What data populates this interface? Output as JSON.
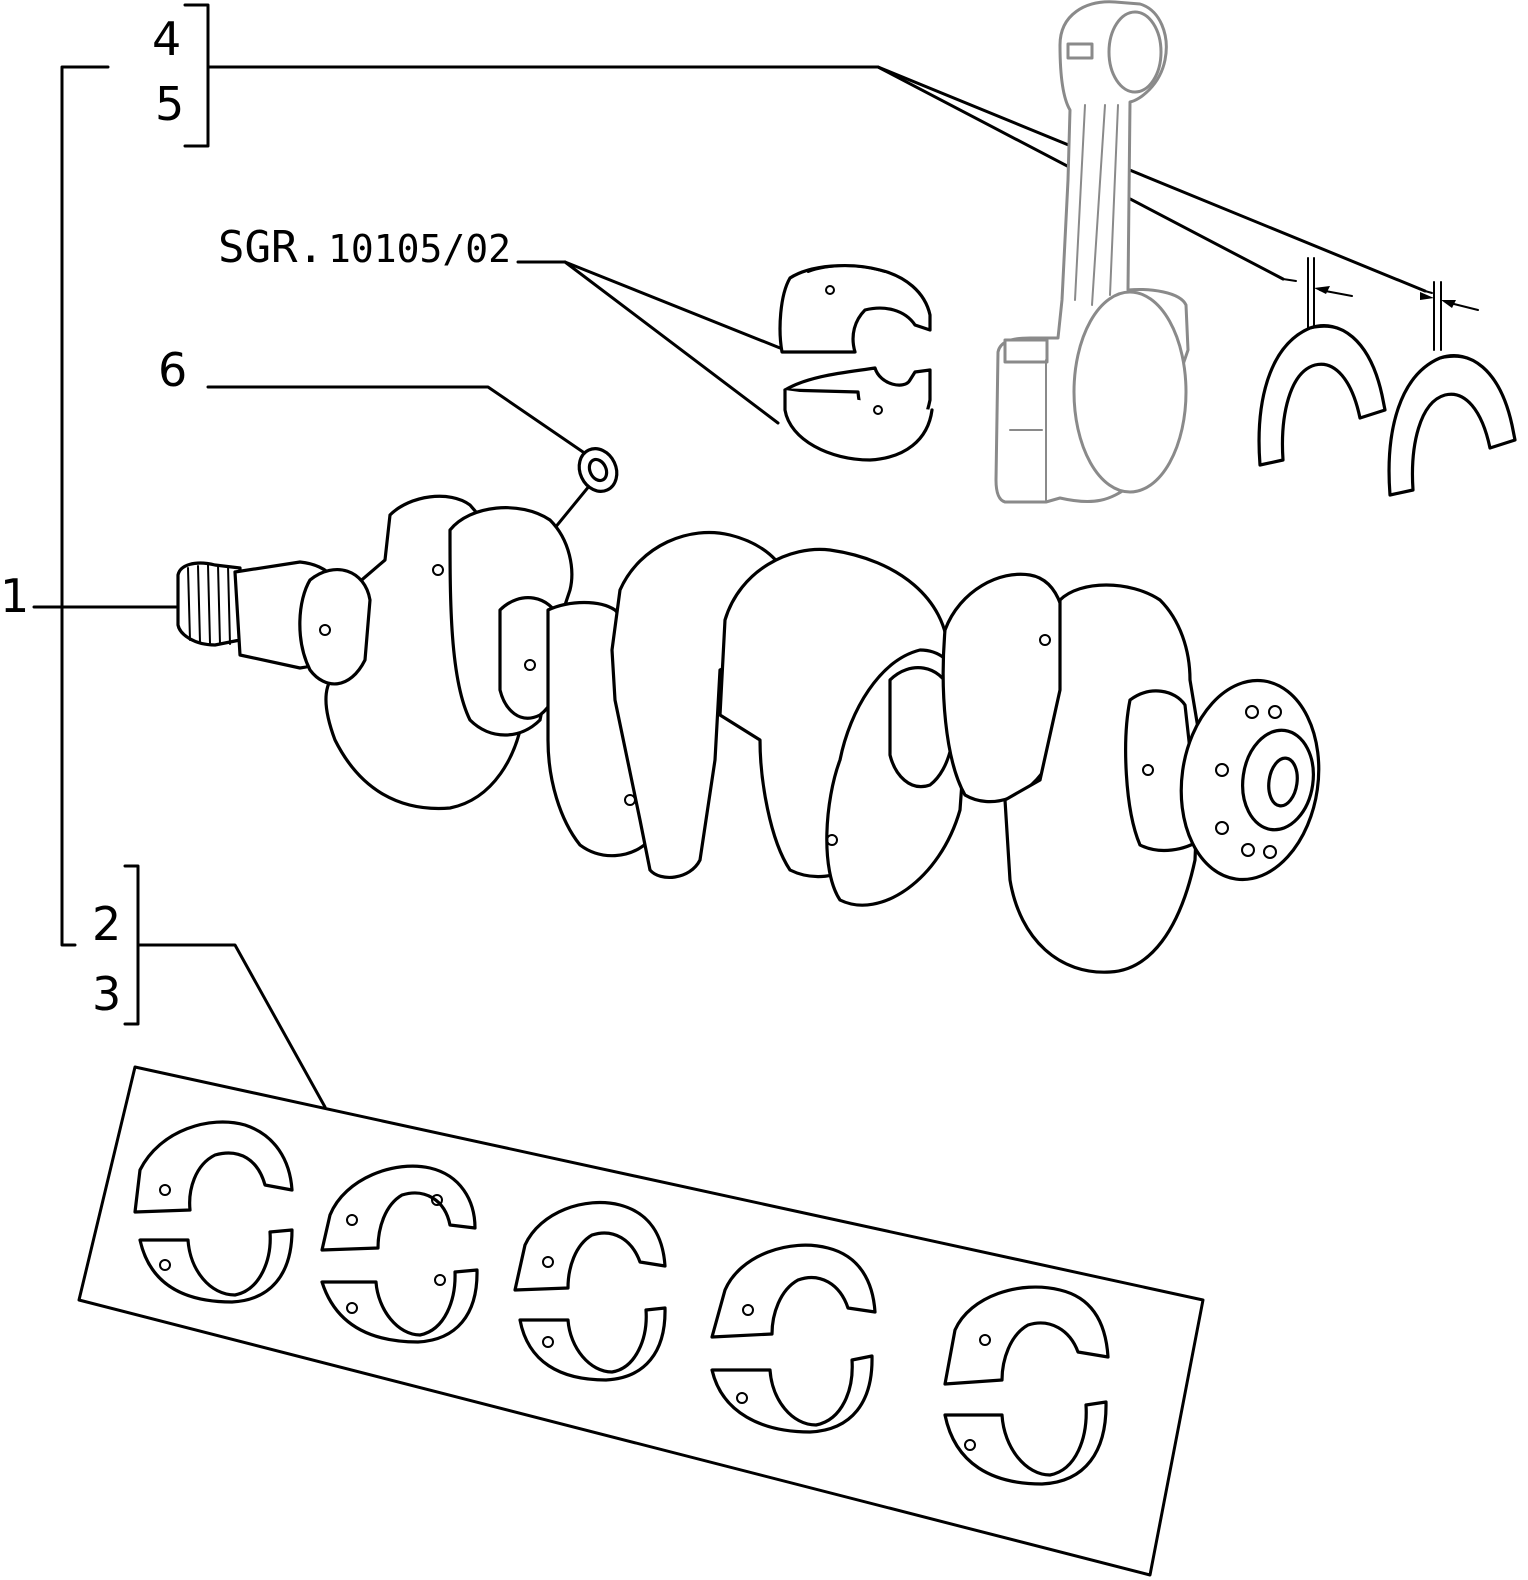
{
  "diagram": {
    "callouts": {
      "crankshaft": "1",
      "main_bearing_a": "2",
      "main_bearing_b": "3",
      "rod_part_a": "4",
      "rod_part_b": "5",
      "seal_ring": "6"
    },
    "reference": {
      "prefix": "SGR.",
      "number": "10105/02"
    }
  }
}
